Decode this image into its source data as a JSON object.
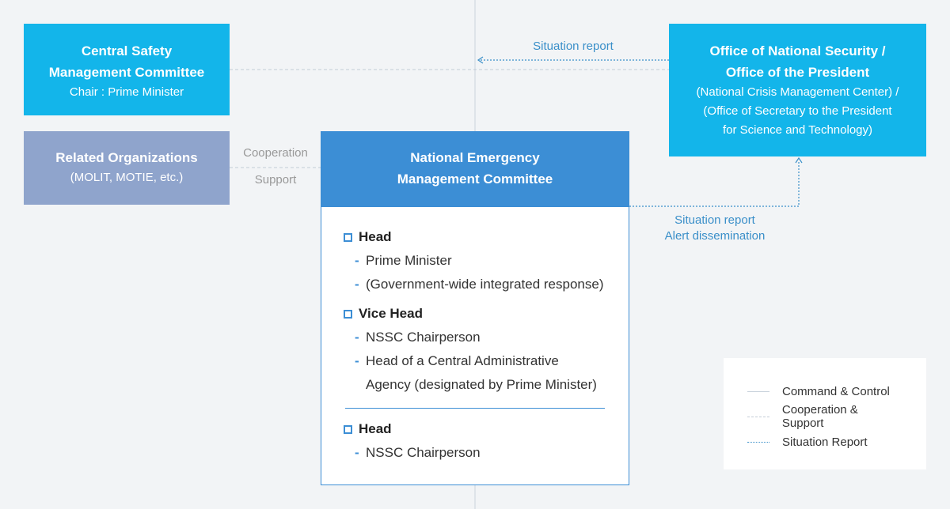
{
  "central_safety": {
    "title_line1": "Central Safety",
    "title_line2": "Management Committee",
    "subtitle": "Chair : Prime Minister"
  },
  "office": {
    "title_line1": "Office of National Security /",
    "title_line2": "Office of the President",
    "sub_line1": "(National Crisis Management Center) /",
    "sub_line2": "(Office of Secretary to the President",
    "sub_line3": "for Science and Technology)"
  },
  "related": {
    "title": "Related Organizations",
    "subtitle": "(MOLIT, MOTIE, etc.)"
  },
  "nem": {
    "title_line1": "National Emergency",
    "title_line2": "Management Committee",
    "sections": [
      {
        "heading": "Head",
        "items": [
          "Prime Minister",
          "(Government-wide integrated response)"
        ]
      },
      {
        "heading": "Vice Head",
        "items": [
          "NSSC Chairperson",
          "Head of a Central Administrative Agency (designated by Prime Minister)"
        ]
      },
      {
        "heading": "Head",
        "items": [
          "NSSC Chairperson"
        ]
      }
    ]
  },
  "edge_labels": {
    "situation_report_top": "Situation report",
    "cooperation": "Cooperation",
    "support": "Support",
    "situation_report_right": "Situation report",
    "alert_dissemination": "Alert dissemination"
  },
  "legend": {
    "command": "Command & Control",
    "cooperation": "Cooperation & Support",
    "situation": "Situation Report"
  },
  "colors": {
    "cyan_box": "#13b5ea",
    "gray_box": "#8fa4cc",
    "nem_header": "#3c8ed5",
    "report_line": "#3a8fc9",
    "background": "#f2f4f6"
  }
}
